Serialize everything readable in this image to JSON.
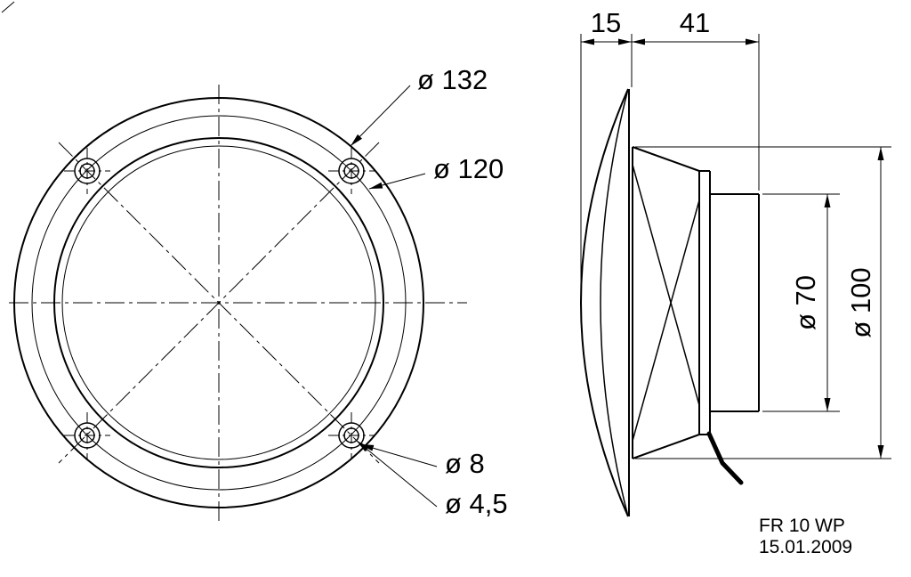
{
  "drawing": {
    "title_block": {
      "product": "FR 10 WP",
      "date": "15.01.2009"
    },
    "front_view": {
      "labels": {
        "outer_flange": "ø 132",
        "bolt_circle": "ø 120",
        "counterbore": "ø 8",
        "mounting_hole": "ø 4,5"
      }
    },
    "side_view": {
      "labels": {
        "front_depth": "15",
        "body_depth": "41",
        "magnet_diameter": "ø 70",
        "basket_diameter": "ø 100"
      }
    },
    "colors": {
      "line": "#000000",
      "background": "#ffffff"
    }
  }
}
